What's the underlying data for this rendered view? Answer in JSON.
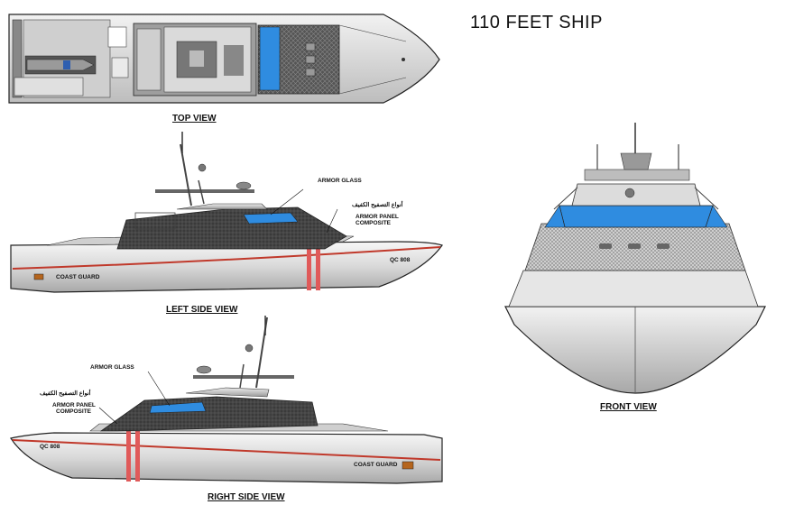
{
  "title": "110 FEET SHIP",
  "views": {
    "top": "TOP VIEW",
    "left": "LEFT SIDE VIEW",
    "right": "RIGHT SIDE VIEW",
    "front": "FRONT VIEW"
  },
  "callouts": {
    "armor_glass": "ARMOR GLASS",
    "arabic": "أنواع التصفيح الكفيف",
    "armor_panel_1": "ARMOR PANEL",
    "armor_panel_2": "COMPOSITE"
  },
  "hull_markings": {
    "id": "QC 808",
    "agency": "COAST GUARD"
  },
  "colors": {
    "hull": "#d8d8d8",
    "glass": "#2f8ce0",
    "stripe": "#d44a4a",
    "armor": "#3a3a3a"
  }
}
